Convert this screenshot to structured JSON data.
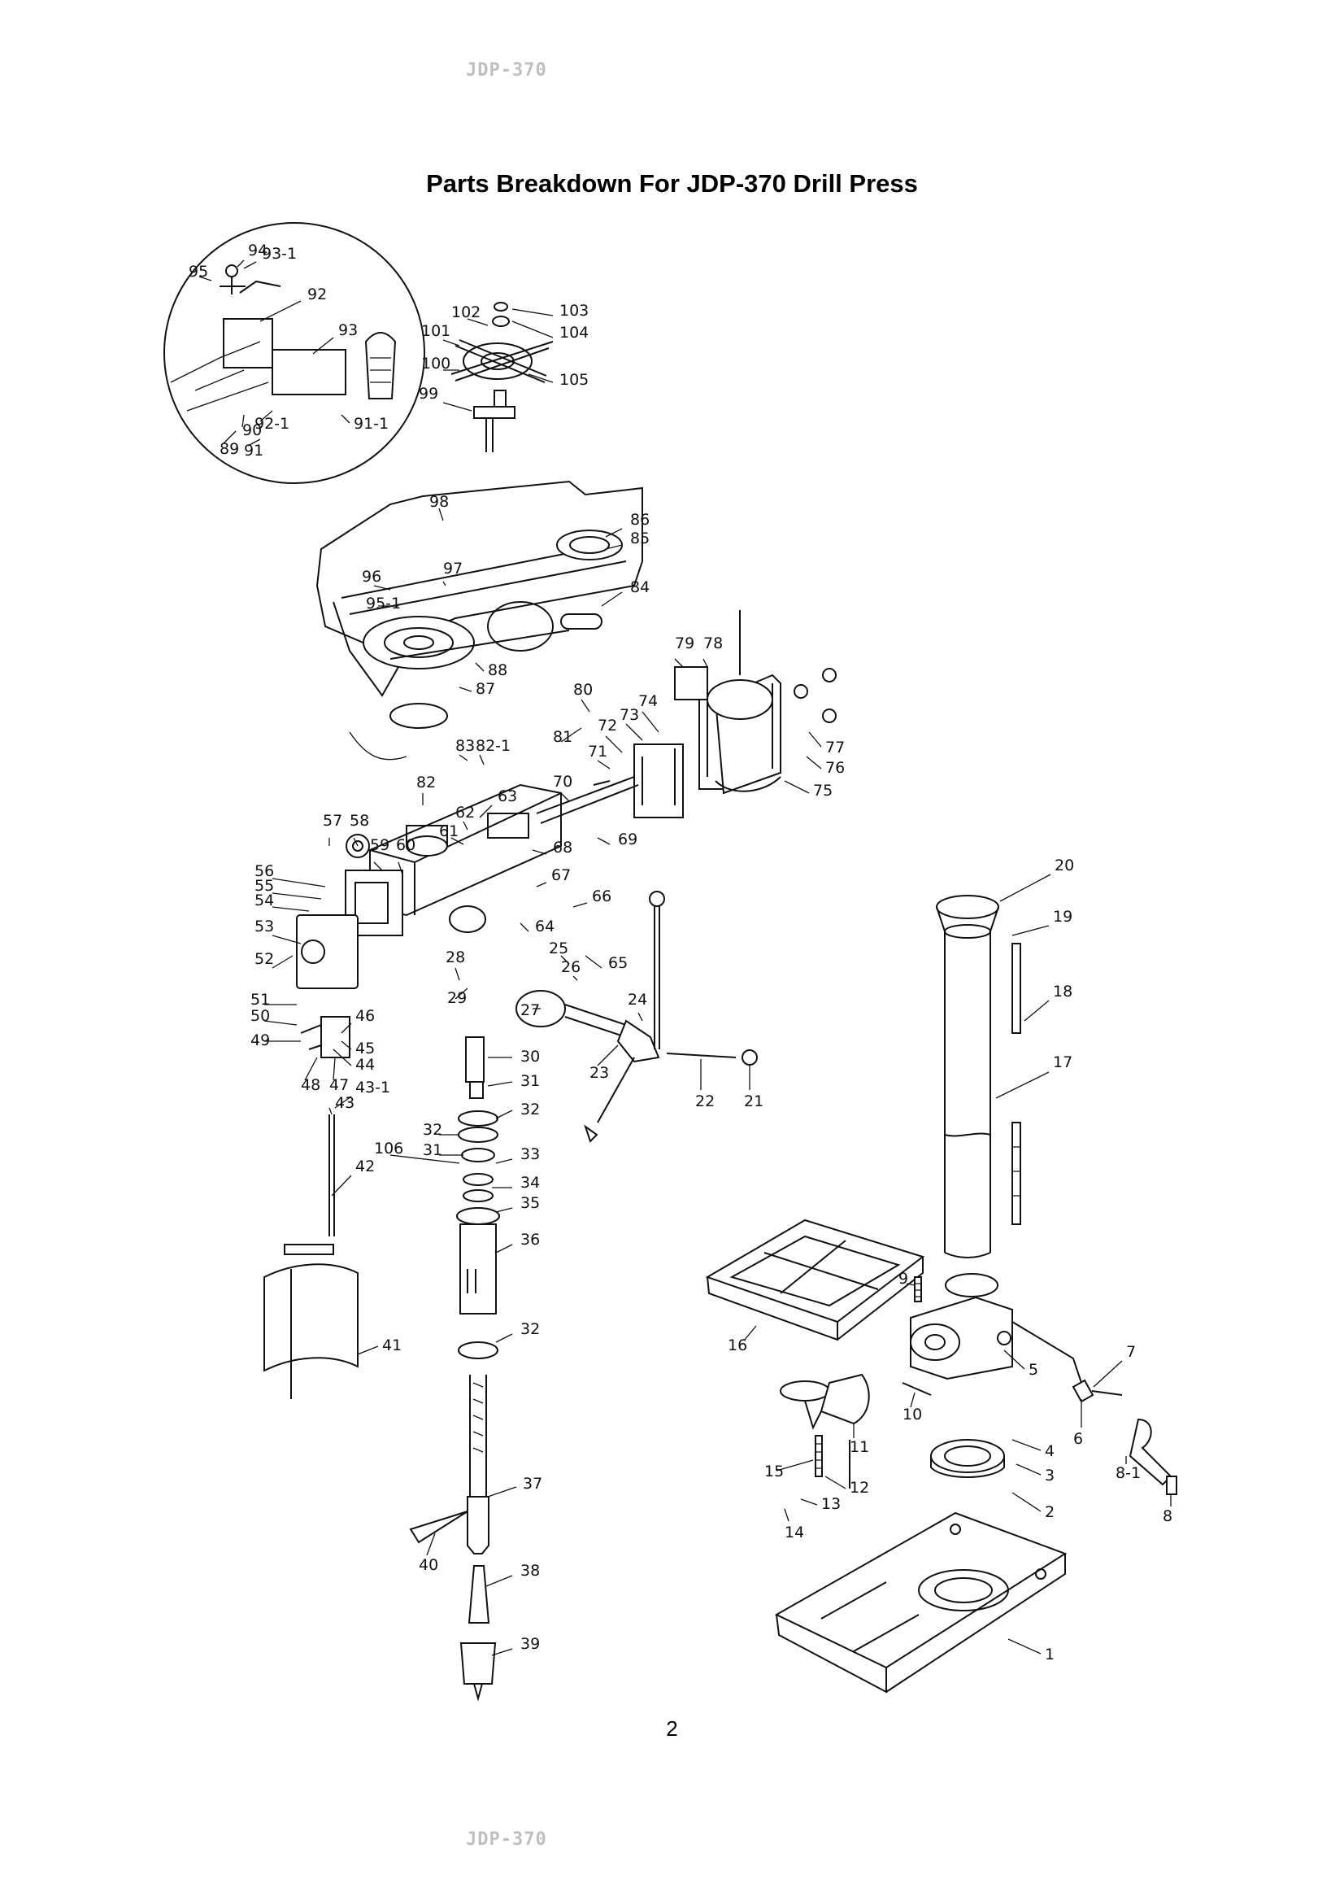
{
  "header": {
    "model": "JDP-370"
  },
  "footer": {
    "model": "JDP-370"
  },
  "title": "Parts Breakdown For JDP-370 Drill Press",
  "page_number": "2",
  "part_labels": [
    "1",
    "2",
    "3",
    "4",
    "5",
    "6",
    "7",
    "8",
    "8-1",
    "9",
    "10",
    "11",
    "12",
    "13",
    "14",
    "15",
    "16",
    "17",
    "18",
    "19",
    "20",
    "21",
    "22",
    "23",
    "24",
    "25",
    "26",
    "27",
    "28",
    "29",
    "30",
    "31",
    "32",
    "32",
    "31",
    "33",
    "34",
    "35",
    "36",
    "32",
    "37",
    "38",
    "39",
    "40",
    "41",
    "42",
    "43",
    "43-1",
    "44",
    "45",
    "46",
    "47",
    "48",
    "49",
    "50",
    "51",
    "52",
    "53",
    "54",
    "55",
    "56",
    "57",
    "58",
    "59",
    "60",
    "61",
    "62",
    "63",
    "64",
    "65",
    "66",
    "67",
    "68",
    "69",
    "70",
    "71",
    "72",
    "73",
    "74",
    "75",
    "76",
    "77",
    "78",
    "79",
    "80",
    "81",
    "82",
    "82-1",
    "83",
    "84",
    "85",
    "86",
    "87",
    "88",
    "89",
    "90",
    "91",
    "91-1",
    "92",
    "92-1",
    "93",
    "93-1",
    "94",
    "95",
    "95-1",
    "96",
    "97",
    "98",
    "99",
    "100",
    "101",
    "102",
    "103",
    "104",
    "105",
    "106",
    "31"
  ]
}
